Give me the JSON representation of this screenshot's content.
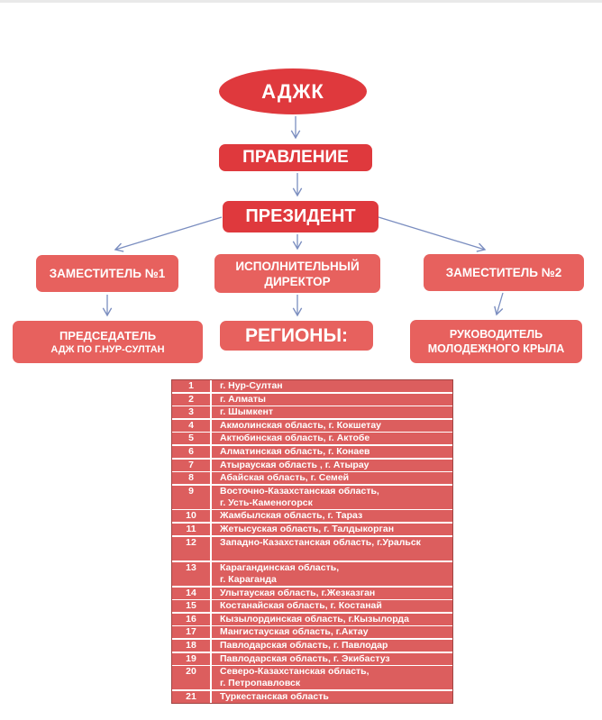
{
  "org_chart": {
    "root_label": "АДЖК",
    "board_label": "ПРАВЛЕНИЕ",
    "president_label": "ПРЕЗИДЕНТ",
    "deputy1_label": "ЗАМЕСТИТЕЛЬ №1",
    "exec_director_label": "ИСПОЛНИТЕЛЬНЫЙ\nДИРЕКТОР",
    "deputy2_label": "ЗАМЕСТИТЕЛЬ №2",
    "chairman_title": "ПРЕДСЕДАТЕЛЬ",
    "chairman_subtitle": "АДЖ ПО Г.НУР-СУЛТАН",
    "regions_label": "РЕГИОНЫ:",
    "youth_leader_label": "РУКОВОДИТЕЛЬ\nМОЛОДЕЖНОГО КРЫЛА"
  },
  "colors": {
    "primary_red": "#df393d",
    "salmon_red": "#e7615e",
    "table_row_red": "#dc5e5e",
    "table_border_red": "#a04543",
    "arrow_blue": "#7b8ec0"
  },
  "regions_table": {
    "rows": [
      {
        "num": "1",
        "name": "г. Нур-Султан"
      },
      {
        "num": "2",
        "name": "г. Алматы"
      },
      {
        "num": "3",
        "name": "г. Шымкент"
      },
      {
        "num": "4",
        "name": "Акмолинская область, г. Кокшетау"
      },
      {
        "num": "5",
        "name": "Актюбинская область, г. Актобе"
      },
      {
        "num": "6",
        "name": "Алматинская область, г. Конаев"
      },
      {
        "num": "7",
        "name": "Атырауская область , г. Атырау"
      },
      {
        "num": "8",
        "name": "Абайская область, г. Семей"
      },
      {
        "num": "9",
        "name": "Восточно-Казахстанская область,\nг. Усть-Каменогорск"
      },
      {
        "num": "10",
        "name": "Жамбылская область, г. Тараз"
      },
      {
        "num": "11",
        "name": "Жетысуская область, г. Талдыкорган"
      },
      {
        "num": "12",
        "name": "Западно-Казахстанская область, г.Уральск"
      },
      {
        "num": "13",
        "name": "Карагандинская область,\nг. Караганда"
      },
      {
        "num": "14",
        "name": "Улытауская область, г.Жезказган"
      },
      {
        "num": "15",
        "name": "Костанайская область, г. Костанай"
      },
      {
        "num": "16",
        "name": "Кызылординская область, г.Кызылорда"
      },
      {
        "num": "17",
        "name": "Мангистауская область, г.Актау"
      },
      {
        "num": "18",
        "name": "Павлодарская область, г. Павлодар"
      },
      {
        "num": "19",
        "name": "Павлодарская область, г. Экибастуз"
      },
      {
        "num": "20",
        "name": "Северо-Казахстанская область,\nг. Петропавловск"
      },
      {
        "num": "21",
        "name": "Туркестанская область"
      }
    ]
  }
}
